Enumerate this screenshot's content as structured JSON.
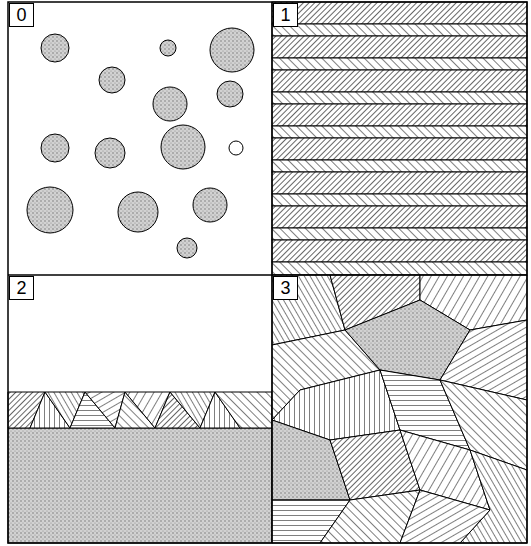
{
  "diagram": {
    "nodes": [
      {
        "text": [
          "0"
        ]
      },
      {
        "text": [
          "1"
        ]
      },
      {
        "text": [
          "2"
        ]
      },
      {
        "text": [
          "3"
        ]
      }
    ]
  }
}
